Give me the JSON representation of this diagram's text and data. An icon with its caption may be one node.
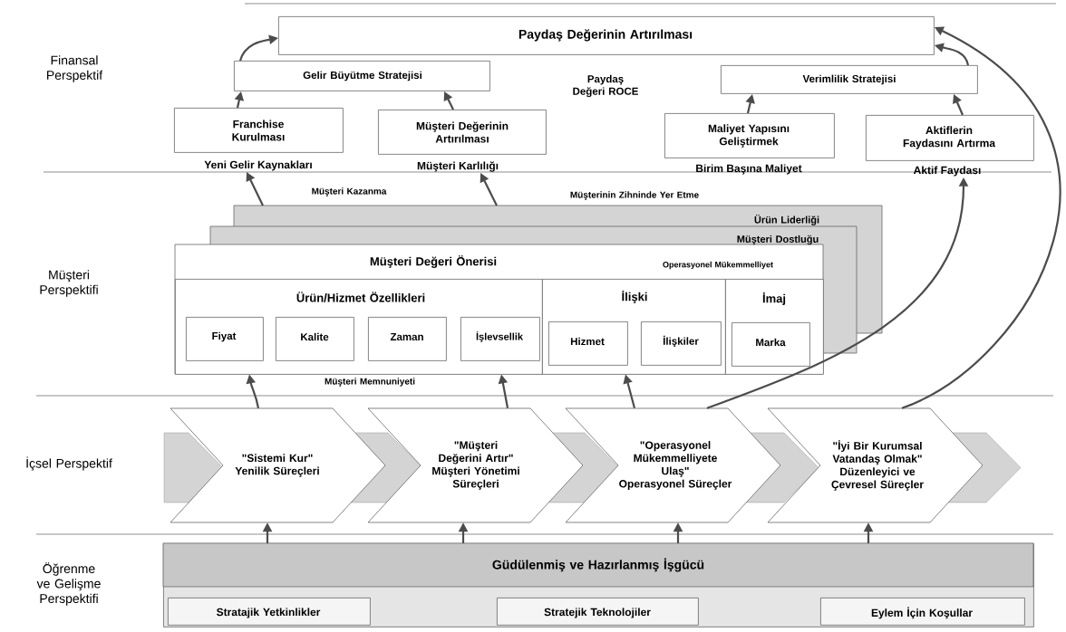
{
  "diagram": {
    "nodes": [
      {
        "text": [
          "Paydaş Değerinin Artırılması"
        ]
      },
      {
        "text": [
          "Gelir Büyütme Stratejisi"
        ]
      },
      {
        "text": [
          "Verimlilik Stratejisi"
        ]
      },
      {
        "text": [
          "Franchise Kurulması"
        ],
        "beside": [
          "Yeni Gelir Kaynakları"
        ]
      },
      {
        "text": [
          "Müşteri Değerinin Artırılması"
        ],
        "beside": [
          "Müşteri Karlılığı"
        ]
      },
      {
        "text": [
          "Maliyet Yapısını Geliştirmek"
        ],
        "beside": [
          "Birim Başına Maliyet"
        ]
      },
      {
        "text": [
          "Aktiflerin Faydasını Artırma"
        ],
        "beside": [
          "Aktif Faydası"
        ]
      },
      {
        "text": [
          "Ürün Liderliği",
          "Müşteri Dostluğu",
          "Müşteri Değeri Önerisi",
          "Operasyonel Mükemmelliyet"
        ]
      },
      {
        "text": [
          "Ürün/Hizmet Özellikleri"
        ],
        "in": 7
      },
      {
        "text": [
          "Fiyat"
        ],
        "in": 8
      },
      {
        "text": [
          "Kalite"
        ],
        "in": 8
      },
      {
        "text": [
          "Zaman"
        ],
        "in": 8
      },
      {
        "text": [
          "İşlevsellik"
        ],
        "in": 8
      },
      {
        "text": [
          "İlişki"
        ],
        "in": 7
      },
      {
        "text": [
          "Hizmet"
        ],
        "in": 13
      },
      {
        "text": [
          "İlişkiler"
        ],
        "in": 13
      },
      {
        "text": [
          "İmaj"
        ],
        "in": 7
      },
      {
        "text": [
          "Marka"
        ],
        "in": 16
      },
      {
        "text": [
          "\"Sistemi Kur\"",
          "Yenilik Süreçleri"
        ]
      },
      {
        "text": [
          "\"Müşteri Değerini Artır\"",
          "Müşteri Yönetimi Süreçleri"
        ]
      },
      {
        "text": [
          "\"Operasyonel Mükemmelliyete Ulaş\"",
          "Operasyonel Süreçler"
        ]
      },
      {
        "text": [
          "\"İyi Bir Kurumsal Vatandaş Olmak\"",
          "Düzenleyici ve Çevresel Süreçler"
        ]
      },
      {
        "text": [
          "Güdülenmiş ve Hazırlanmış İşgücü"
        ]
      },
      {
        "text": [
          "Stratajik Yetkinlikler"
        ],
        "in": 22
      },
      {
        "text": [
          "Stratejik Teknolojiler"
        ],
        "in": 22
      },
      {
        "text": [
          "Eylem İçin Koşullar"
        ],
        "in": 22
      }
    ],
    "edges": [
      {
        "from": 1,
        "to": 0,
        "arrow": "to"
      },
      {
        "from": 2,
        "to": 0,
        "arrow": "to"
      },
      {
        "from": 3,
        "to": 1,
        "arrow": "to"
      },
      {
        "from": 4,
        "to": 1,
        "arrow": "to"
      },
      {
        "from": 5,
        "to": 2,
        "arrow": "to"
      },
      {
        "from": 6,
        "to": 2,
        "arrow": "to"
      },
      {
        "from": 7,
        "to": 3,
        "arrow": "to"
      },
      {
        "from": 7,
        "to": 4,
        "arrow": "to"
      },
      {
        "from": 18,
        "to": 7,
        "arrow": "to"
      },
      {
        "from": 19,
        "to": 7,
        "arrow": "to"
      },
      {
        "from": 20,
        "to": 7,
        "arrow": "to"
      },
      {
        "from": 20,
        "to": 6,
        "arrow": "to"
      },
      {
        "from": 21,
        "to": 0,
        "arrow": "to"
      },
      {
        "from": 22,
        "to": 18,
        "arrow": "to"
      },
      {
        "from": 22,
        "to": 19,
        "arrow": "to"
      },
      {
        "from": 22,
        "to": 20,
        "arrow": "to"
      },
      {
        "from": 22,
        "to": 21,
        "arrow": "to"
      }
    ],
    "labels": [
      "Finansal Perspektif",
      "Paydaş Değeri ROCE",
      "Müşteri Kazanma",
      "Müşterinin Zihninde Yer Etme",
      "Müşteri Perspektifi",
      "Müşteri Memnuniyeti",
      "İçsel Perspektif",
      "Öğrenme ve Gelişme Perspektifi"
    ]
  }
}
